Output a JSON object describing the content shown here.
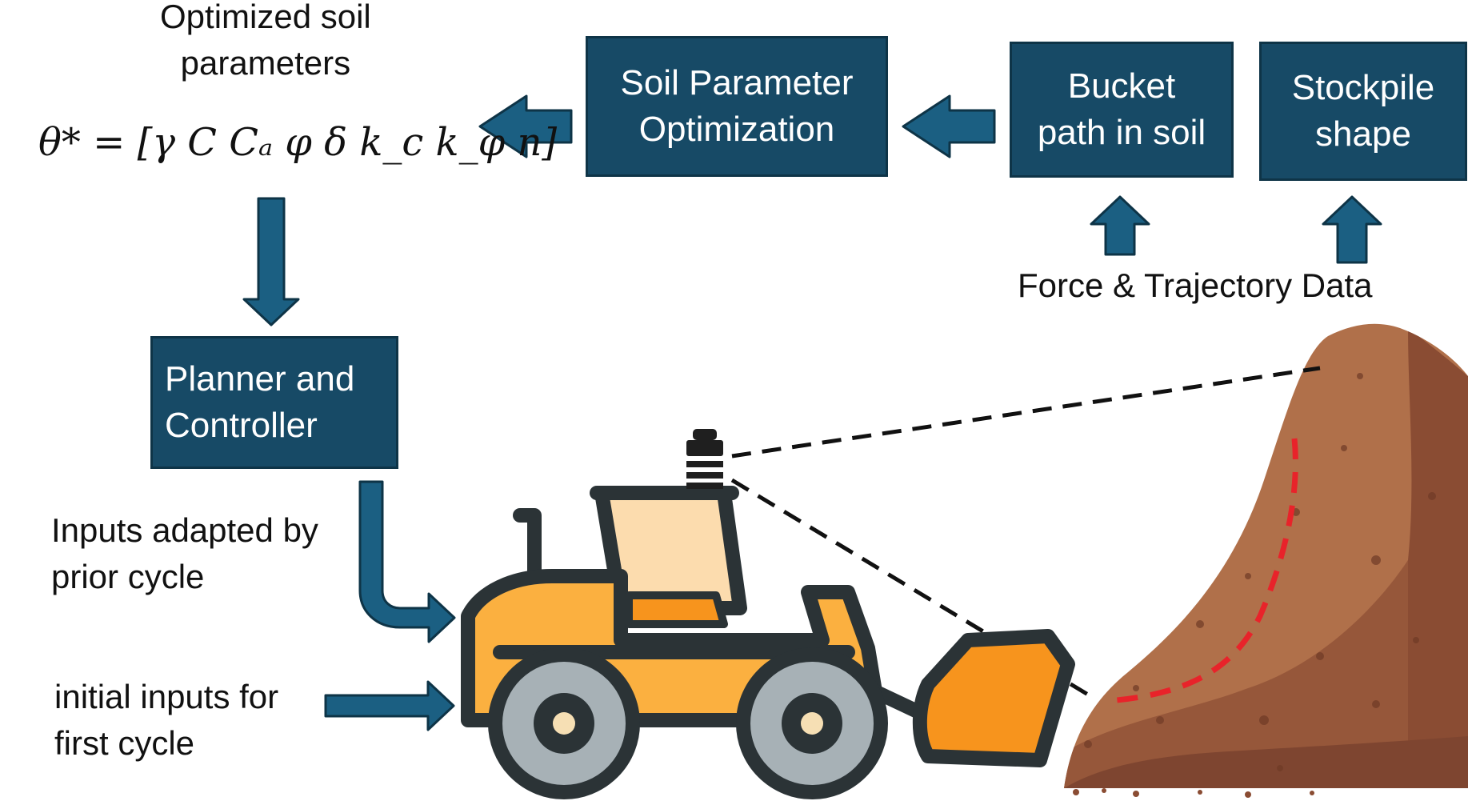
{
  "blocks": {
    "soil_opt": [
      "Soil Parameter",
      "Optimization"
    ],
    "bucket_path": [
      "Bucket",
      "path in soil"
    ],
    "stockpile": [
      "Stockpile",
      "shape"
    ],
    "planner": [
      "Planner and",
      "Controller"
    ]
  },
  "labels": {
    "optimized": [
      "Optimized soil",
      "parameters"
    ],
    "equation": "θ* = [γ C Cₐ φ δ k_c k_φ n]",
    "force_traj": "Force & Trajectory Data",
    "adapted": [
      "Inputs adapted by",
      "prior cycle"
    ],
    "initial": [
      "initial inputs for",
      "first cycle"
    ]
  },
  "colors": {
    "block_fill": "#174a66",
    "arrow": "#1b5f82",
    "loader_body": "#fbb040",
    "bucket": "#f7941d",
    "soil": "#9b5a3c",
    "trajectory": "#e8232a"
  },
  "icons": [
    "wheel-loader-icon",
    "lidar-sensor-icon",
    "soil-pile-icon"
  ]
}
